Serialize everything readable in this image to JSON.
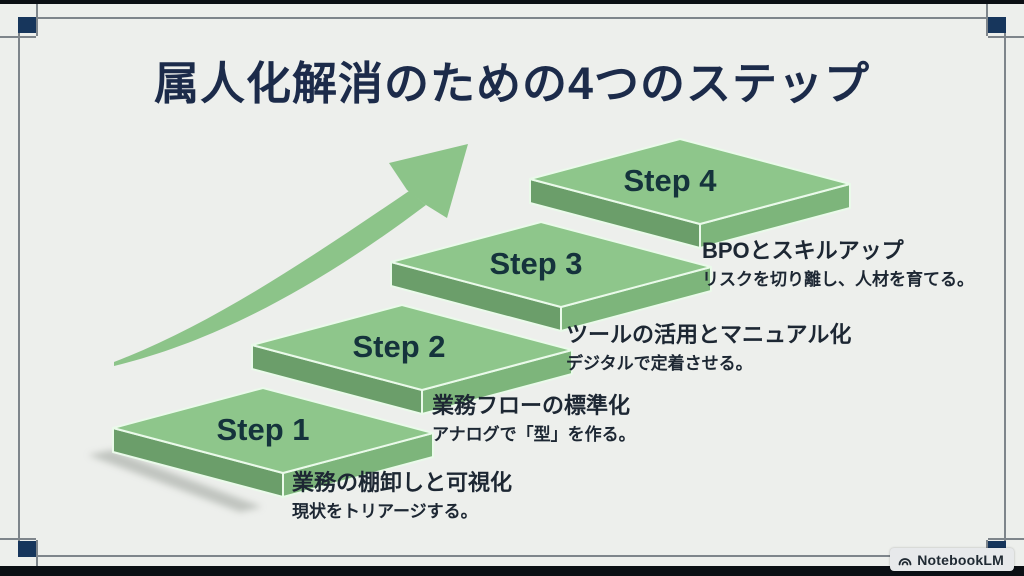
{
  "slide": {
    "title": "属人化解消のための4つのステップ",
    "steps": [
      {
        "label": "Step 1",
        "heading": "業務の棚卸しと可視化",
        "description": "現状をトリアージする。"
      },
      {
        "label": "Step 2",
        "heading": "業務フローの標準化",
        "description": "アナログで「型」を作る。"
      },
      {
        "label": "Step 3",
        "heading": "ツールの活用とマニュアル化",
        "description": "デジタルで定着させる。"
      },
      {
        "label": "Step 4",
        "heading": "BPOとスキルアップ",
        "description": "リスクを切り離し、人材を育てる。"
      }
    ],
    "colors": {
      "background": "#edefec",
      "step_top": "#8ec68b",
      "step_left_face": "#6b9e6a",
      "step_front_face": "#7db57b",
      "edge_highlight": "#eafaea",
      "arrow": "#8cc489",
      "title_text": "#1c2b4a",
      "step_label_text": "#15333c",
      "body_text": "#1d2733",
      "corner_accent": "#17365c",
      "frame_line": "#7e858b"
    }
  },
  "watermark": {
    "label": "NotebookLM"
  }
}
